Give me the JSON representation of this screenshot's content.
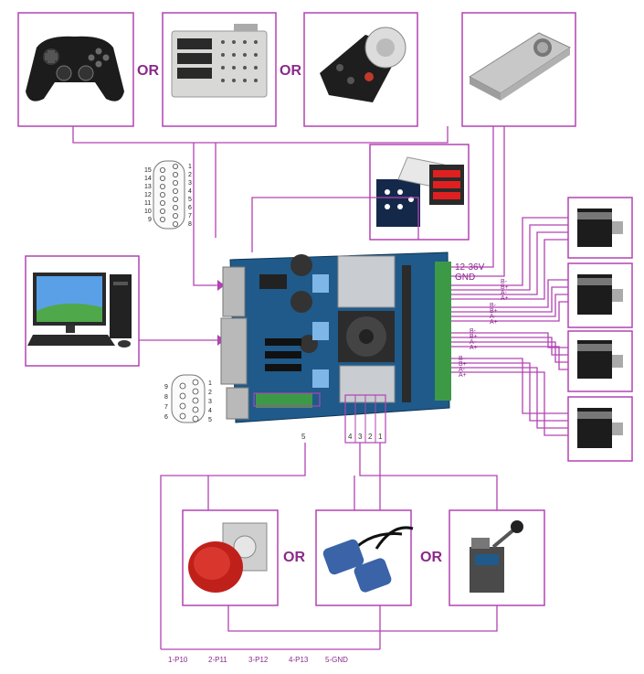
{
  "or_labels": [
    "OR",
    "OR",
    "OR",
    "OR"
  ],
  "power": {
    "voltage": "12-36V",
    "ground": "GND"
  },
  "motor_pins": [
    [
      "B-",
      "B+",
      "A-",
      "A+"
    ],
    [
      "B-",
      "B+",
      "A-",
      "A+"
    ],
    [
      "B-",
      "B+",
      "A-",
      "A+"
    ],
    [
      "B-",
      "B+",
      "A-",
      "A+"
    ]
  ],
  "db15_pins": {
    "left": [
      "15",
      "14",
      "13",
      "12",
      "11",
      "10",
      "9"
    ],
    "right": [
      "1",
      "2",
      "3",
      "4",
      "5",
      "6",
      "7",
      "8"
    ]
  },
  "db9_pins": {
    "left": [
      "9",
      "8",
      "7",
      "6"
    ],
    "right": [
      "1",
      "2",
      "3",
      "4",
      "5"
    ]
  },
  "limit_numbers": [
    "5",
    "4",
    "3",
    "2",
    "1"
  ],
  "bottom_pins": [
    "1-P10",
    "2-P11",
    "3-P12",
    "4-P13",
    "5-GND"
  ],
  "colors": {
    "wire": "#b243b2",
    "board": "#1f5a8a",
    "terminal": "#3c9a47"
  }
}
